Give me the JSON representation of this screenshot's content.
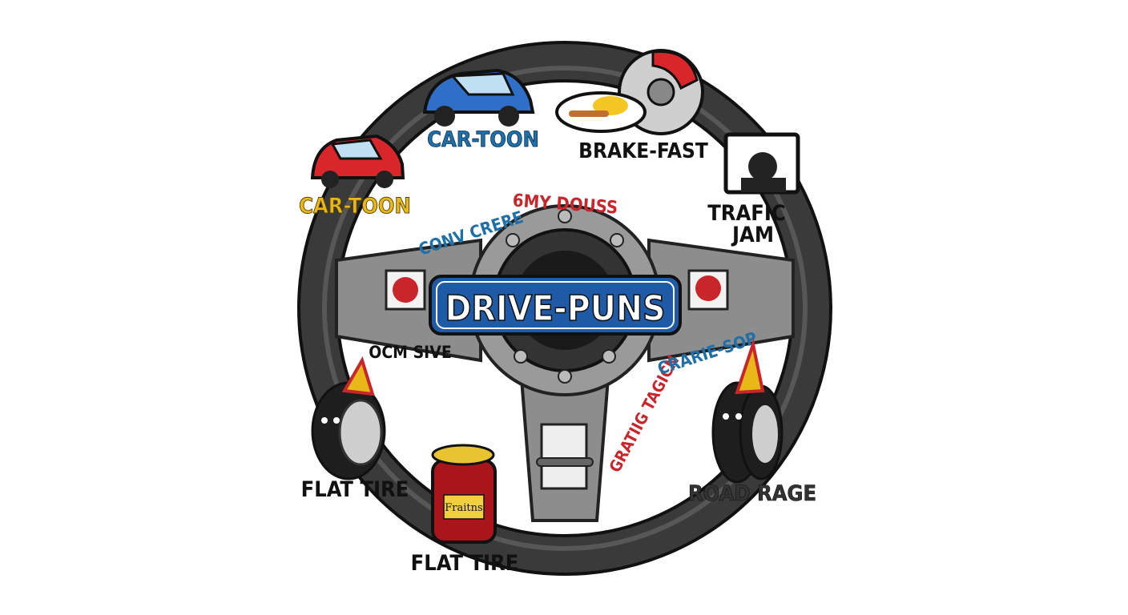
{
  "title": "DRIVE-PUNS",
  "labels": {
    "cartoon_blue": "CAR-TOON",
    "cartoon_yellow": "CAR-TOON",
    "brake_fast": "BRAKE-FAST",
    "traffic_line1": "TRAFIC",
    "traffic_line2": "JAM",
    "conv": "CONV CRERE",
    "gmy": "6MY DOUSS",
    "ocm": "OCM SIVE",
    "gratiig": "GRATIIG TAGICN",
    "crarie": "CRARIE-SOP",
    "flat_tire_left": "FLAT TIRE",
    "flat_tire_jar": "FLAT TIRE",
    "road_rage": "ROAD RAGE"
  },
  "jar_label": "Fraitns",
  "colors": {
    "badge": "#1f5aa6",
    "blue_text": "#1f6fa8",
    "red_text": "#c8262b",
    "yellow_text": "#e8b818",
    "wheel": "#2b2b2b",
    "spoke": "#8d8d8d"
  }
}
